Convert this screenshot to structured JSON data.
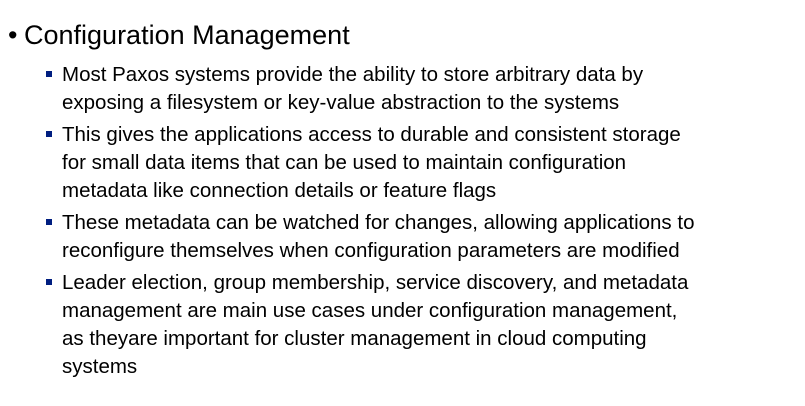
{
  "slide": {
    "heading": "Configuration Management",
    "heading_bullet": "•",
    "bullet_color": "#001e80",
    "items": [
      {
        "lines": [
          "Most Paxos systems provide the ability to store arbitrary data by",
          "exposing a filesystem or key-value abstraction to the systems"
        ]
      },
      {
        "lines": [
          "This gives the applications access to durable and consistent storage",
          "for small data items that can be used to maintain configuration",
          "metadata like connection details or feature flags"
        ]
      },
      {
        "lines": [
          "These metadata can be watched for changes, allowing applications to",
          "reconfigure themselves when configuration parameters are modified"
        ]
      },
      {
        "lines": [
          "Leader election, group membership, service discovery, and metadata",
          "management are main use cases under configuration management,",
          "as theyare important for cluster management in cloud computing",
          "systems"
        ]
      }
    ]
  }
}
